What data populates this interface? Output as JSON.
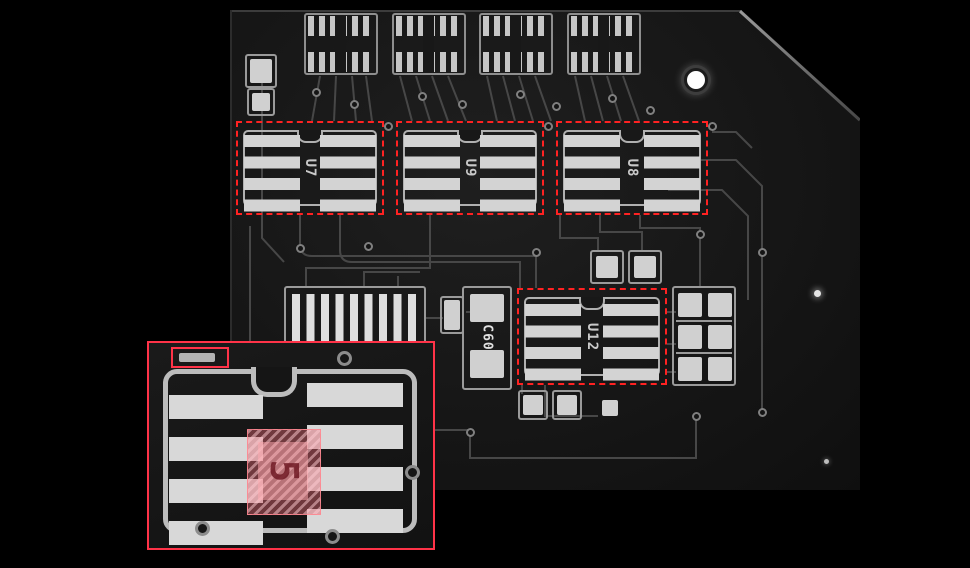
{
  "scene": {
    "colors": {
      "background": "#000000",
      "board": "#171717",
      "pads": "#d0d0d0",
      "silkscreen": "#b5b5b5",
      "detection_box": "#ff2222",
      "inset_border": "#ff3348",
      "highlight": "#e8808a"
    }
  },
  "detections": [
    {
      "label": "U7"
    },
    {
      "label": "U9"
    },
    {
      "label": "U8"
    },
    {
      "label": "U12"
    }
  ],
  "silkscreen_labels": {
    "capacitor": "C60"
  },
  "inset": {
    "highlight_marking": "5"
  }
}
